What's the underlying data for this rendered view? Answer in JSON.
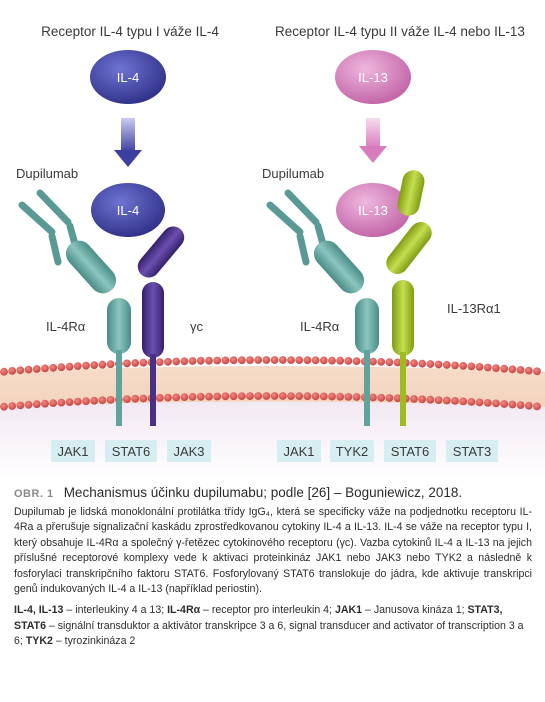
{
  "diagram": {
    "left_title": "Receptor IL-4 typu I váže IL-4",
    "right_title": "Receptor IL-4 typu II váže IL-4 nebo IL-13",
    "left_ligand": "IL-4",
    "left_bound_ligand": "IL-4",
    "right_ligand": "IL-13",
    "right_bound_ligand": "IL-13",
    "left_antibody_label": "Dupilumab",
    "right_antibody_label": "Dupilumab",
    "left_receptor_label": "IL-4Rα",
    "left_gamma_label": "γc",
    "right_receptor_label": "IL-4Rα",
    "right_receptor2_label": "IL-13Rα1",
    "left_signals": [
      "JAK1",
      "STAT6",
      "JAK3"
    ],
    "right_signals": [
      "JAK1",
      "TYK2",
      "STAT6",
      "STAT3"
    ],
    "colors": {
      "il4": "#3b3d9c",
      "il13": "#c86fb0",
      "teal": "#5fa39c",
      "purple": "#4a2f86",
      "green": "#9cbc1f",
      "signal_box": "#d6eef2"
    }
  },
  "caption": {
    "fig_number": "OBR. 1",
    "fig_title": "Mechanismus účinku dupilumabu; podle [26] – Boguniewicz, 2018.",
    "paragraph": "Dupilumab je lidská monoklonální protilátka třídy IgG₄, která se specificky váže na podjednotku receptoru IL-4Ra a přerušuje signalizační kaskádu zprostředkovanou cytokiny IL-4 a IL-13. IL-4 se váže na receptor typu I, který obsahuje IL-4Rα a společný γ-řetězec cytokinového receptoru (γc). Vazba cytokinů IL-4 a IL-13 na jejich příslušné receptorové komplexy vede k aktivaci proteinkináz JAK1 nebo JAK3 nebo TYK2 a následně k fosforylaci transkripčního faktoru STAT6. Fosforylovaný STAT6 translokuje do jádra, kde aktivuje transkripci genů indukovaných IL-4 a IL-13 (například periostin).",
    "legend": [
      {
        "term": "IL-4, IL-13",
        "def": " – interleukiny 4 a 13; "
      },
      {
        "term": "IL-4Rα",
        "def": " – receptor pro interleukin 4; "
      },
      {
        "term": "JAK1",
        "def": " – Janusova kináza 1; "
      },
      {
        "term": "STAT3, STAT6",
        "def": " – signální transduktor a aktivátor transkripce 3 a 6, signal transducer and activator of transcription 3 a 6; "
      },
      {
        "term": "TYK2",
        "def": " – tyrozinkináza 2"
      }
    ]
  }
}
